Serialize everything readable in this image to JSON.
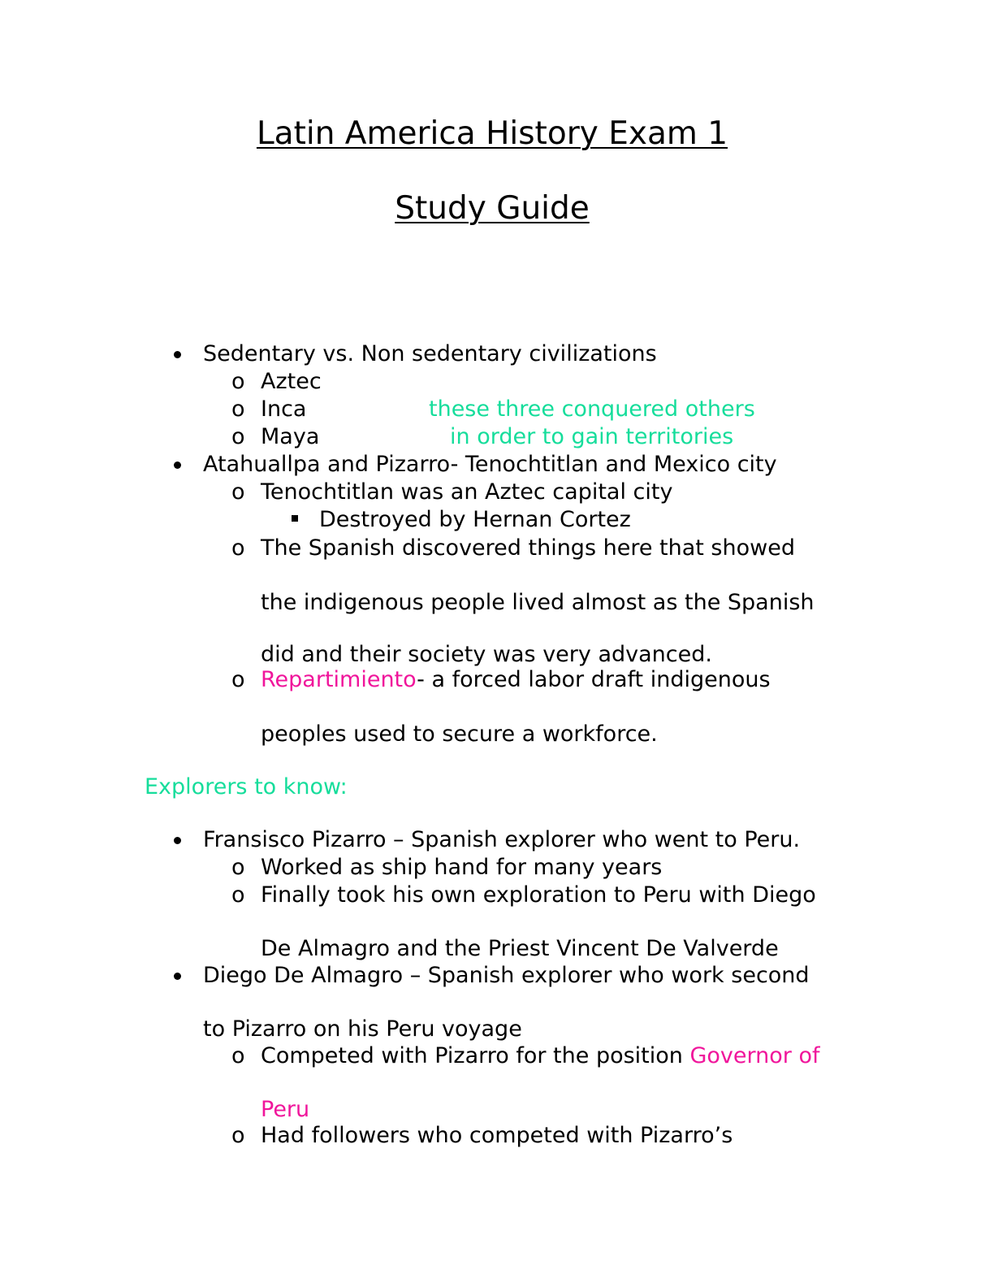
{
  "header": {
    "title": "Latin America History Exam 1",
    "subtitle": "Study Guide"
  },
  "colors": {
    "accent_teal": "#16dd9b",
    "accent_pink": "#f0159b"
  },
  "section1": {
    "item1": "Sedentary vs. Non sedentary civilizations",
    "aztec": "Aztec",
    "inca": "Inca",
    "maya": "Maya",
    "note_line1": "these three conquered others",
    "note_line2": "in order to gain territories",
    "item2": "Atahuallpa and Pizarro- Tenochtitlan and Mexico city",
    "tenoch": "Tenochtitlan was an Aztec capital city",
    "destroyed": "Destroyed by Hernan Cortez",
    "spanish_l1": "The Spanish discovered things here that showed",
    "spanish_l2": "the indigenous people lived almost as the Spanish",
    "spanish_l3": "did and their society was very advanced.",
    "repart_term": "Repartimiento",
    "repart_l1": "- a forced labor draft indigenous",
    "repart_l2": "peoples used to secure a workforce."
  },
  "explorers": {
    "heading": "Explorers to know:",
    "pizarro": "Fransisco Pizarro – Spanish explorer who went to Peru.",
    "pizarro_s1": "Worked as ship hand for many years",
    "pizarro_s2_l1": "Finally took his own exploration to Peru with Diego",
    "pizarro_s2_l2": "De Almagro and the Priest Vincent De Valverde",
    "almagro_l1": "Diego De Almagro – Spanish explorer who work second",
    "almagro_l2": "to Pizarro on his Peru voyage",
    "almagro_s1_pre": "Competed with Pizarro for the position ",
    "almagro_s1_term1": "Governor of",
    "almagro_s1_term2": "Peru",
    "almagro_s2": "Had followers who competed with Pizarro’s"
  },
  "markers": {
    "sub": "o"
  }
}
